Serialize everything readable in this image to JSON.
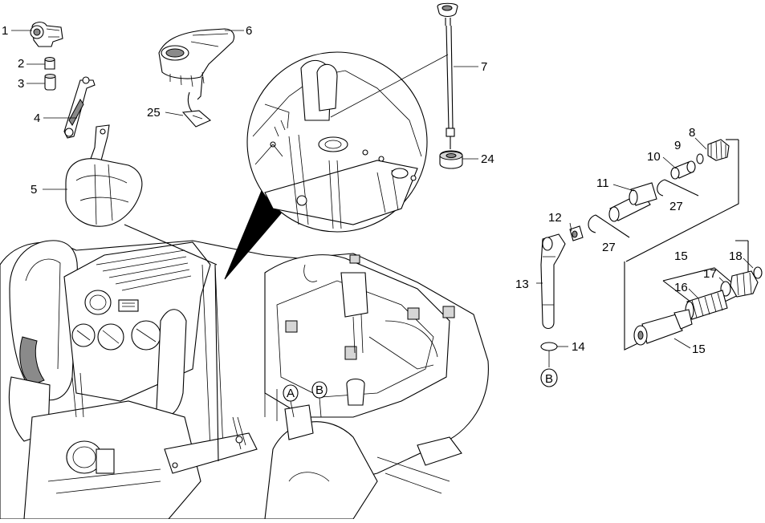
{
  "callouts": [
    {
      "id": "c1",
      "label": "1"
    },
    {
      "id": "c2",
      "label": "2"
    },
    {
      "id": "c3",
      "label": "3"
    },
    {
      "id": "c4",
      "label": "4"
    },
    {
      "id": "c5",
      "label": "5"
    },
    {
      "id": "c6",
      "label": "6"
    },
    {
      "id": "c25",
      "label": "25"
    },
    {
      "id": "c7",
      "label": "7"
    },
    {
      "id": "c24",
      "label": "24"
    },
    {
      "id": "c8",
      "label": "8"
    },
    {
      "id": "c9",
      "label": "9"
    },
    {
      "id": "c10",
      "label": "10"
    },
    {
      "id": "c11",
      "label": "11"
    },
    {
      "id": "c27a",
      "label": "27"
    },
    {
      "id": "c12",
      "label": "12"
    },
    {
      "id": "c27b",
      "label": "27"
    },
    {
      "id": "c13",
      "label": "13"
    },
    {
      "id": "c14",
      "label": "14"
    },
    {
      "id": "cB1",
      "label": "B"
    },
    {
      "id": "c15a",
      "label": "15"
    },
    {
      "id": "c18",
      "label": "18"
    },
    {
      "id": "c17",
      "label": "17"
    },
    {
      "id": "c16",
      "label": "16"
    },
    {
      "id": "c15b",
      "label": "15"
    }
  ],
  "connectors": [
    {
      "id": "mA",
      "label": "A"
    },
    {
      "id": "mB",
      "label": "B"
    }
  ]
}
